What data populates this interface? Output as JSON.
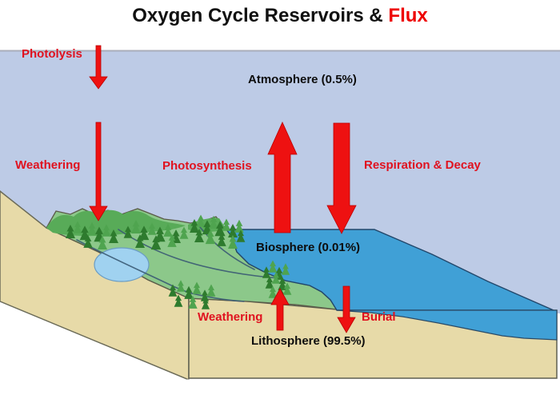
{
  "title": {
    "main": "Oxygen Cycle Reservoirs & ",
    "accent": "Flux"
  },
  "labels": {
    "photolysis": "Photolysis",
    "atmosphere": "Atmosphere (0.5%)",
    "weathering_left": "Weathering",
    "photosynthesis": "Photosynthesis",
    "respiration": "Respiration & Decay",
    "biosphere": "Biosphere (0.01%)",
    "weathering_bottom": "Weathering",
    "burial": "Burial",
    "lithosphere": "Lithosphere (99.5%)"
  },
  "colors": {
    "title_accent_red": "#ee0000",
    "label_red": "#e0121f",
    "label_black": "#0d0d0d",
    "arrow_red": "#ee1111",
    "sky": "#bdcbe6",
    "sea": "#40a0d6",
    "lake": "#a0d2f0",
    "land_green": "#8cc88a",
    "hill_green": "#58ab58",
    "tree_dark_green": "#2e7b2e",
    "tree_light_green": "#4fa44f",
    "sand": "#e7daa8",
    "river_blue": "#3a5a74",
    "outline_dark": "#60604e"
  }
}
